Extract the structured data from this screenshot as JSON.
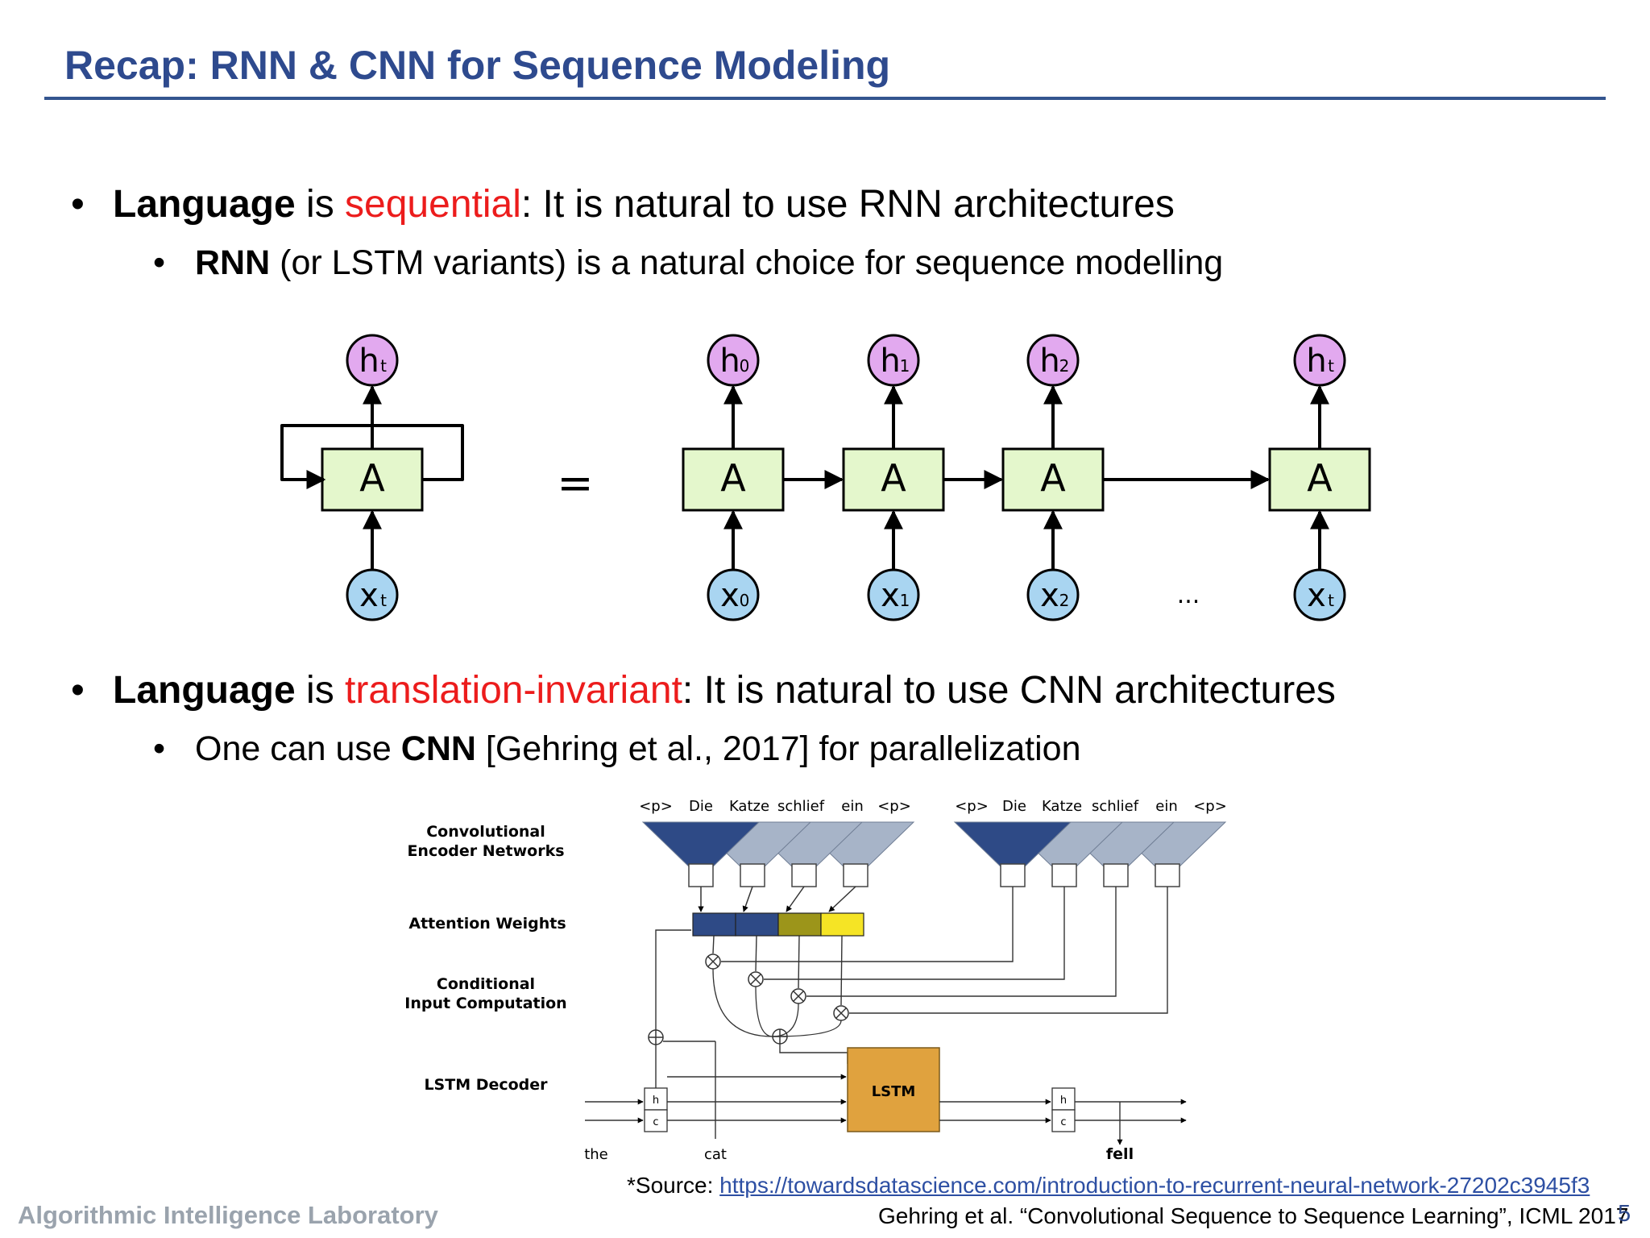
{
  "slide": {
    "title": "Recap: RNN & CNN for Sequence Modeling",
    "bullet1": {
      "bold": "Language",
      "pre": " is ",
      "red": "sequential",
      "rest": ": It is natural to use RNN architectures"
    },
    "sub1": {
      "bold": "RNN",
      "rest": " (or LSTM variants) is a natural choice for sequence modelling"
    },
    "bullet2": {
      "bold": "Language",
      "pre": " is ",
      "red": "translation-invariant",
      "rest": ": It is natural to use CNN architectures"
    },
    "sub2": {
      "pre": "One can use ",
      "bold": "CNN",
      "rest": " [Gehring et al., 2017] for parallelization"
    },
    "bullet_char": "•",
    "footer_lab": "Algorithmic Intelligence Laboratory",
    "source_label": "*Source: ",
    "source_url": "https://towardsdatascience.com/introduction-to-recurrent-neural-network-27202c3945f3",
    "citation": "Gehring et al. “Convolutional Sequence to Sequence Learning”, ICML 2017",
    "page_number": "5"
  },
  "rnn_figure": {
    "cell": "A",
    "equals": "=",
    "ellipsis": "...",
    "rolled": {
      "h": "h",
      "h_sub": "t",
      "x": "x",
      "x_sub": "t"
    },
    "unrolled_subs": [
      "0",
      "1",
      "2",
      "t"
    ]
  },
  "cnn_figure": {
    "row_labels": [
      "Convolutional",
      "Encoder Networks",
      "Attention Weights",
      "Conditional",
      "Input Computation",
      "LSTM Decoder"
    ],
    "tokens_left": [
      "<p>",
      "Die",
      "Katze",
      "schlief",
      "ein",
      "<p>"
    ],
    "tokens_right": [
      "<p>",
      "Die",
      "Katze",
      "schlief",
      "ein",
      "<p>"
    ],
    "lstm_label": "LSTM",
    "h_label": "h",
    "c_label": "c",
    "words": [
      "the",
      "cat",
      "fell"
    ],
    "colors": {
      "dark_blue": "#2e4a86",
      "light_blue": "#a7b4c8",
      "olive": "#9c951a",
      "yellow": "#f5e425",
      "lstm_orange": "#e0a23e",
      "cell_green": "#e4f7cc",
      "h_purple": "#e2a9ef",
      "x_blue": "#a9d5f1"
    }
  }
}
